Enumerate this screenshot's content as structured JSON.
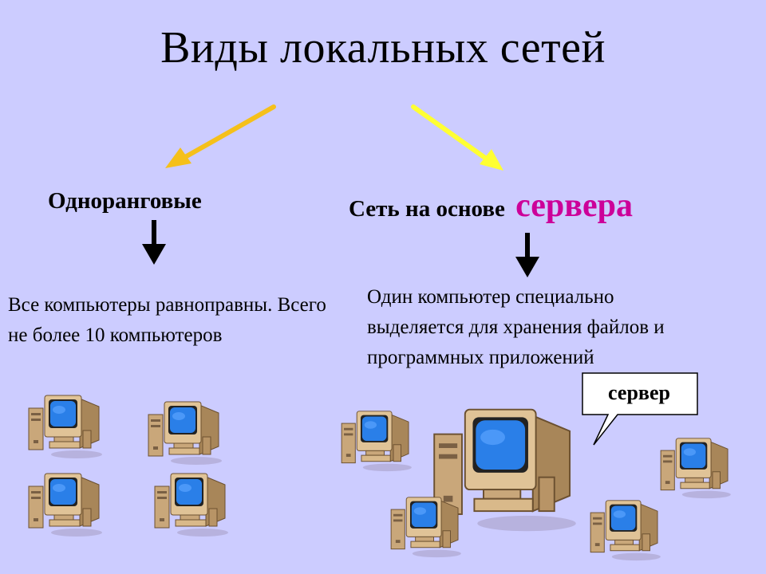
{
  "title": "Виды локальных сетей",
  "left": {
    "heading": "Одноранговые",
    "description": "Все компьютеры равноправны. Всего не более 10 компьютеров"
  },
  "right": {
    "heading_prefix": "Сеть на основе",
    "heading_accent": "сервера",
    "description": "Один компьютер специально выделяется для хранения файлов и программных приложений",
    "callout_label": "сервер"
  },
  "colors": {
    "background": "#ccccff",
    "accent": "#cc0099",
    "left_arrow": "#f5c01a",
    "right_arrow": "#ffff33",
    "monitor_screen": "#2a7fe8",
    "computer_body": "#d9b98a"
  },
  "icons": [
    "computer-icon",
    "server-computer-icon",
    "arrow-down-icon",
    "arrow-diagonal-icon"
  ]
}
